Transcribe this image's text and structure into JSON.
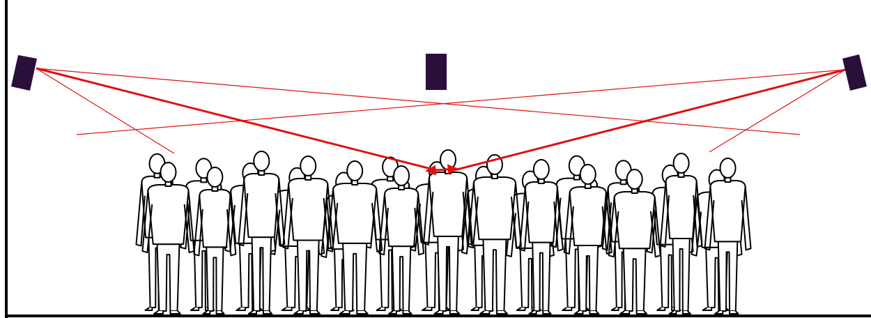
{
  "colors": {
    "background": "#ffffff",
    "speaker": "#2a0f3a",
    "beam": "#e01010",
    "outline": "#000000"
  },
  "speakers": [
    {
      "name": "speaker-left",
      "icon": "speaker-icon"
    },
    {
      "name": "speaker-center",
      "icon": "speaker-icon"
    },
    {
      "name": "speaker-right",
      "icon": "speaker-icon"
    }
  ],
  "crowd": {
    "people_count": 26,
    "icon": "person-silhouette-icon"
  }
}
